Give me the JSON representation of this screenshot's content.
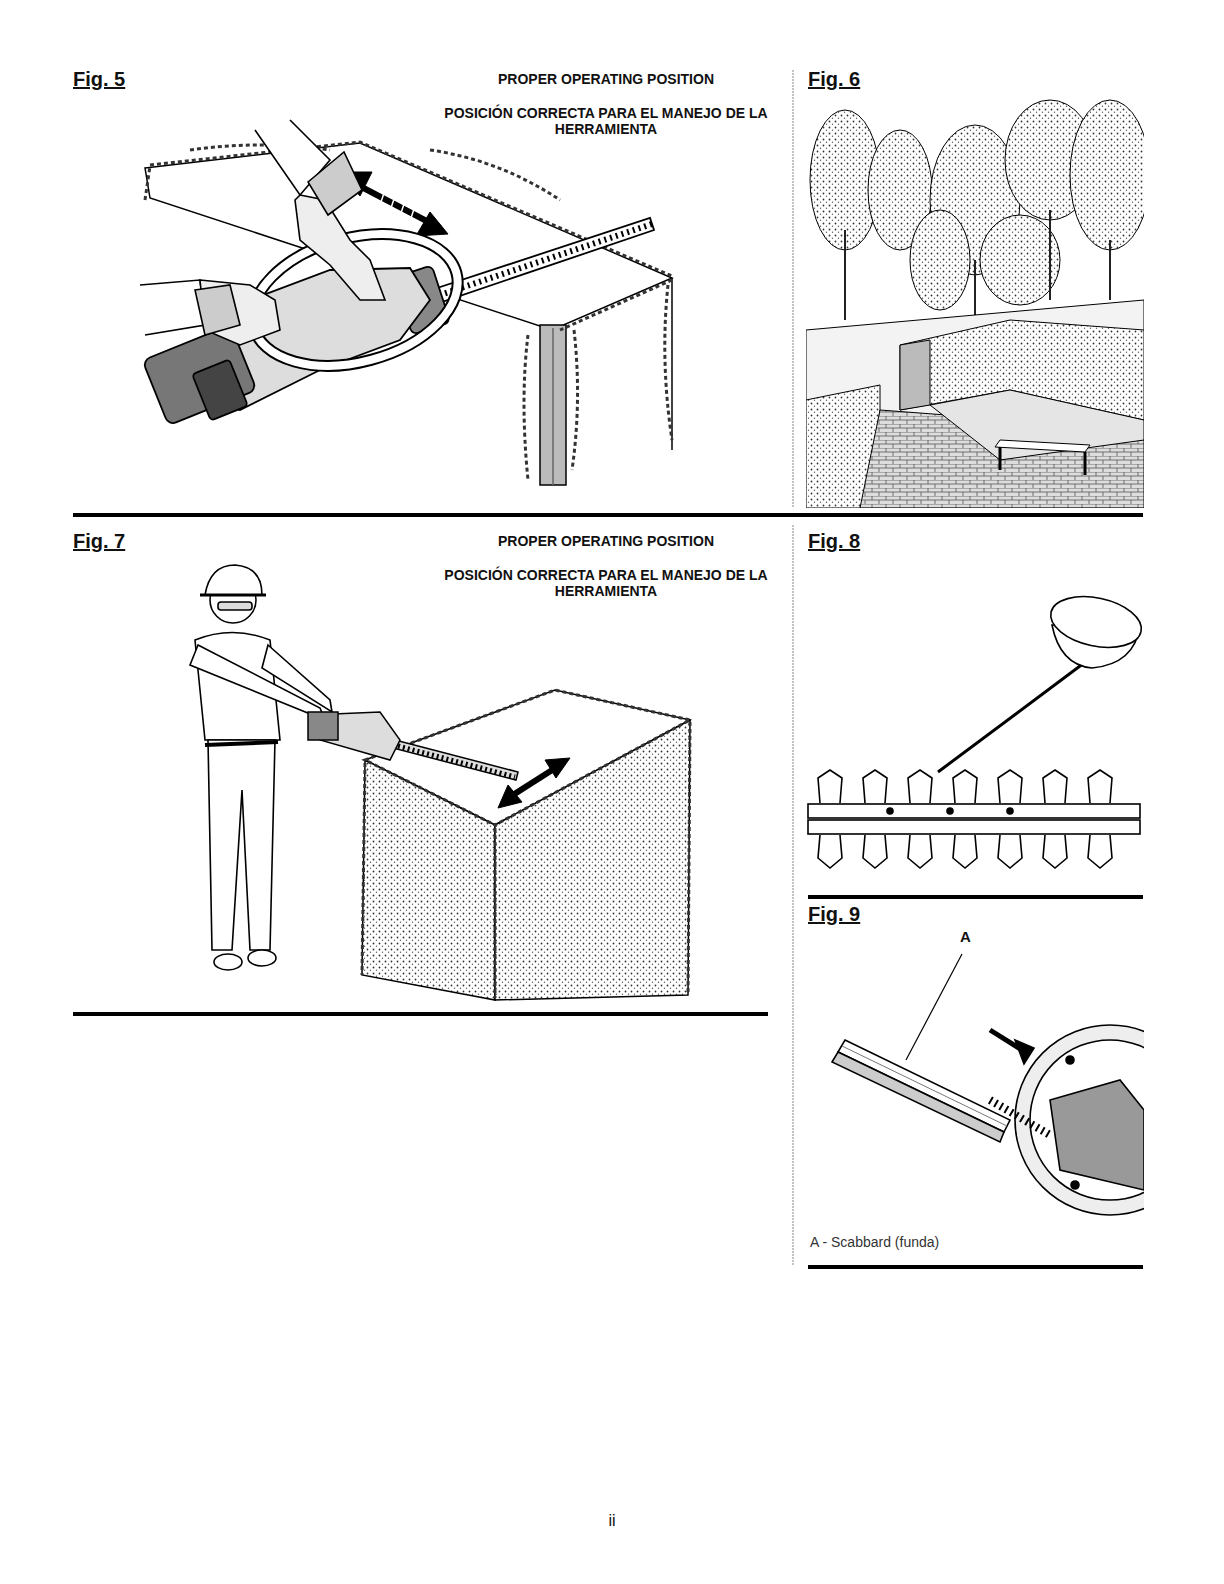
{
  "diagram": {
    "labels": [
      "Fig. 5",
      "PROPER OPERATING POSITION",
      "POSICIÓN CORRECTA PARA EL MANEJO DE LA HERRAMIENTA",
      "Fig. 6",
      "Fig. 7",
      "PROPER OPERATING POSITION",
      "POSICIÓN CORRECTA PARA EL MANEJO DE LA HERRAMIENTA",
      "Fig. 8",
      "Fig. 9",
      "A",
      "A - Scabbard (funda)",
      "ii"
    ]
  }
}
